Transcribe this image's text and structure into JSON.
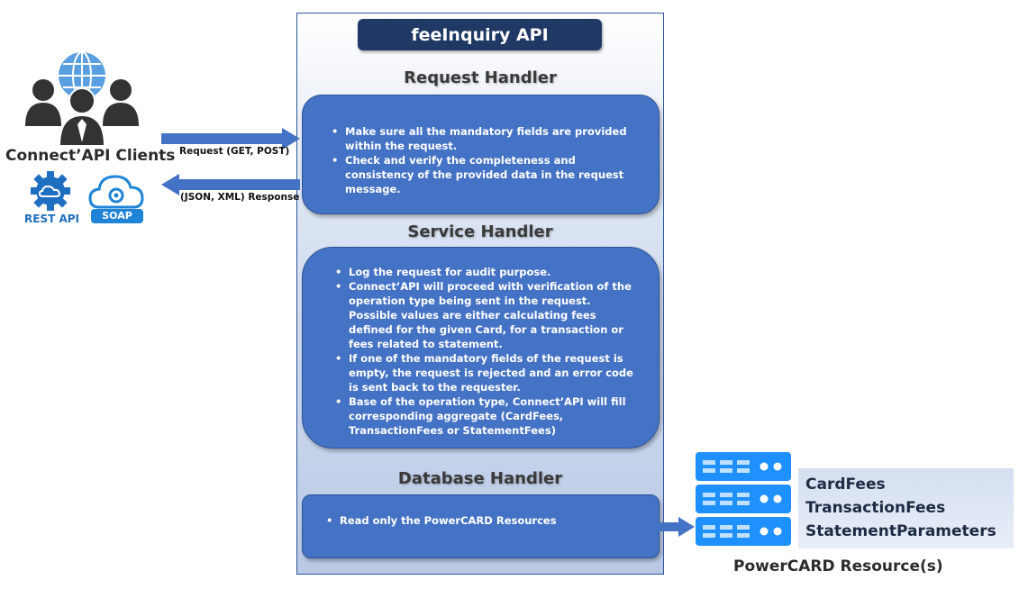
{
  "api": {
    "title": "feeInquiry API"
  },
  "request_handler": {
    "title": "Request Handler",
    "bullets": [
      "Make sure all the mandatory fields are provided within the request.",
      "Check and verify the completeness and consistency of the provided data in the request message."
    ]
  },
  "service_handler": {
    "title": "Service Handler",
    "bullets": [
      "Log the request for audit purpose.",
      "Connect’API will proceed with verification of the operation type being sent in the request. Possible values are either calculating fees defined for the given Card, for a transaction or fees related to statement.",
      "If one of the mandatory fields of the request is empty, the request is rejected and an error code is sent back to the requester.",
      "Base of the operation type, Connect’API will fill corresponding aggregate (CardFees, TransactionFees or StatementFees)"
    ]
  },
  "database_handler": {
    "title": "Database Handler",
    "bullets": [
      "Read only the PowerCARD Resources"
    ]
  },
  "clients": {
    "title": "Connect’API Clients",
    "rest_label": "REST API",
    "soap_label": "SOAP"
  },
  "arrows": {
    "request": "Request (GET, POST)",
    "response": "(JSON, XML) Response"
  },
  "resources": {
    "items": [
      "CardFees",
      "TransactionFees",
      "StatementParameters"
    ],
    "caption": "PowerCARD Resource(s)"
  },
  "colors": {
    "panel_border": "#2e5597",
    "title_bg": "#1f3864",
    "handler_bg": "#4472c4",
    "arrow": "#4472c4",
    "server": "#1e90ff"
  }
}
